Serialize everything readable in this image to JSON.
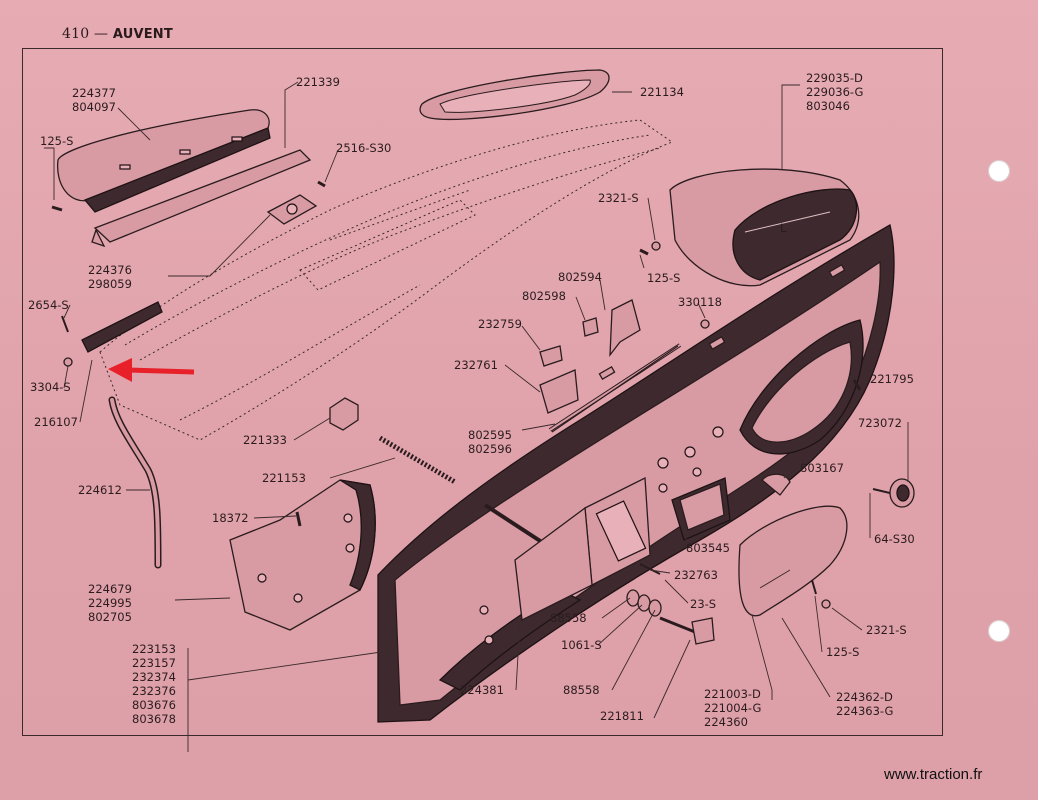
{
  "header": {
    "page_number": "410",
    "separator": "—",
    "title": "AUVENT"
  },
  "footer": {
    "website": "www.traction.fr"
  },
  "colors": {
    "paper": "#e2a6ae",
    "ink": "#2a1c1e",
    "arrow": "#e8202a"
  },
  "labels": [
    {
      "id": "l1",
      "lines": [
        "224377",
        "804097"
      ]
    },
    {
      "id": "l2",
      "lines": [
        "221339"
      ]
    },
    {
      "id": "l3",
      "lines": [
        "221134"
      ]
    },
    {
      "id": "l4",
      "lines": [
        "229035-D",
        "229036-G",
        "803046"
      ]
    },
    {
      "id": "l5",
      "lines": [
        "125-S"
      ]
    },
    {
      "id": "l6",
      "lines": [
        "2516-S30"
      ]
    },
    {
      "id": "l7",
      "lines": [
        "2321-S"
      ]
    },
    {
      "id": "l8",
      "lines": [
        "125-S"
      ]
    },
    {
      "id": "l9",
      "lines": [
        "224376",
        "298059"
      ]
    },
    {
      "id": "l10",
      "lines": [
        "802594"
      ]
    },
    {
      "id": "l11",
      "lines": [
        "802598"
      ]
    },
    {
      "id": "l12",
      "lines": [
        "330118"
      ]
    },
    {
      "id": "l13",
      "lines": [
        "2654-S"
      ]
    },
    {
      "id": "l14",
      "lines": [
        "232759"
      ]
    },
    {
      "id": "l15",
      "lines": [
        "232761"
      ]
    },
    {
      "id": "l16",
      "lines": [
        "3304-S"
      ]
    },
    {
      "id": "l17",
      "lines": [
        "221795"
      ]
    },
    {
      "id": "l18",
      "lines": [
        "216107"
      ]
    },
    {
      "id": "l19",
      "lines": [
        "723072"
      ]
    },
    {
      "id": "l20",
      "lines": [
        "221333"
      ]
    },
    {
      "id": "l21",
      "lines": [
        "802595",
        "802596"
      ]
    },
    {
      "id": "l22",
      "lines": [
        "221153"
      ]
    },
    {
      "id": "l23",
      "lines": [
        "803167"
      ]
    },
    {
      "id": "l24",
      "lines": [
        "224612"
      ]
    },
    {
      "id": "l25",
      "lines": [
        "18372"
      ]
    },
    {
      "id": "l26",
      "lines": [
        "803545"
      ]
    },
    {
      "id": "l27",
      "lines": [
        "64-S30"
      ]
    },
    {
      "id": "l28",
      "lines": [
        "232763"
      ]
    },
    {
      "id": "l29",
      "lines": [
        "224679",
        "224995",
        "802705"
      ]
    },
    {
      "id": "l30",
      "lines": [
        "23-S"
      ]
    },
    {
      "id": "l31",
      "lines": [
        "88558"
      ]
    },
    {
      "id": "l32",
      "lines": [
        "2321-S"
      ]
    },
    {
      "id": "l33",
      "lines": [
        "1061-S"
      ]
    },
    {
      "id": "l34",
      "lines": [
        "125-S"
      ]
    },
    {
      "id": "l35",
      "lines": [
        "223153",
        "223157",
        "232374",
        "232376",
        "803676",
        "803678"
      ]
    },
    {
      "id": "l36",
      "lines": [
        "88558"
      ]
    },
    {
      "id": "l37",
      "lines": [
        "224381"
      ]
    },
    {
      "id": "l38",
      "lines": [
        "221811"
      ]
    },
    {
      "id": "l39",
      "lines": [
        "221003-D",
        "221004-G",
        "224360"
      ]
    },
    {
      "id": "l40",
      "lines": [
        "224362-D",
        "224363-G"
      ]
    }
  ]
}
